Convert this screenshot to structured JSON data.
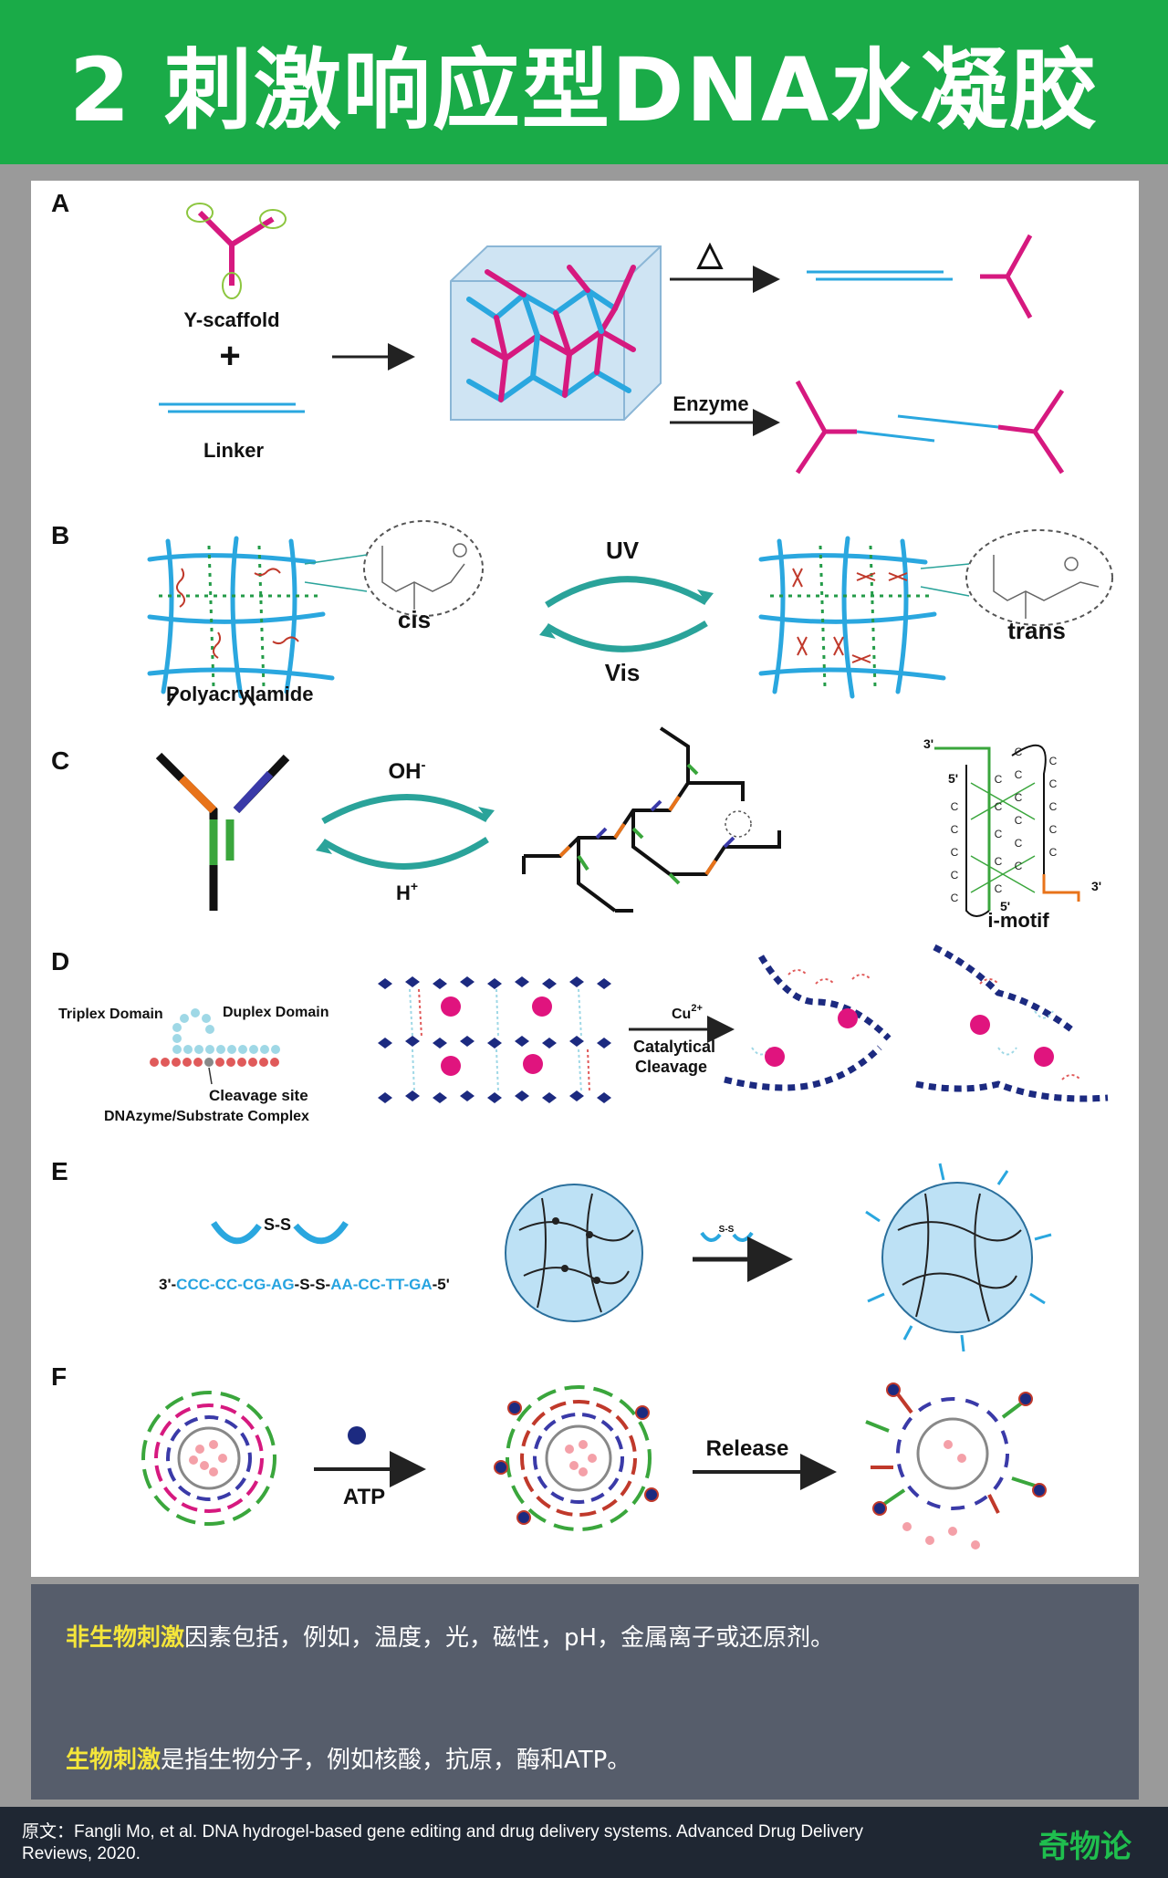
{
  "header": {
    "title": "2 刺激响应型DNA水凝胶"
  },
  "panels": {
    "A": {
      "label": "A",
      "y_scaffold": "Y-scaffold",
      "plus": "+",
      "linker": "Linker",
      "heat": "△",
      "enzyme": "Enzyme"
    },
    "B": {
      "label": "B",
      "cis": "cis",
      "trans": "trans",
      "uv": "UV",
      "vis": "Vis",
      "polyacrylamide": "Polyacrylamide"
    },
    "C": {
      "label": "C",
      "oh": "OH",
      "oh_sup": "-",
      "h": "H",
      "h_sup": "+",
      "three_prime_top": "3'",
      "five_prime_left": "5'",
      "five_prime_bottom": "5'",
      "three_prime_right": "3'",
      "imotif": "i-motif",
      "c_base": "C"
    },
    "D": {
      "label": "D",
      "triplex": "Triplex Domain",
      "duplex": "Duplex Domain",
      "cleavage_site": "Cleavage site",
      "complex": "DNAzyme/Substrate Complex",
      "cu": "Cu",
      "cu_sup": "2+",
      "catalytical": "Catalytical",
      "cleavage": "Cleavage"
    },
    "E": {
      "label": "E",
      "ss": "S-S",
      "sequence": [
        {
          "text": "3'-",
          "color": "#111111"
        },
        {
          "text": "CCC-CC-CG-AG",
          "color": "#27a4e0"
        },
        {
          "text": "-S-S-",
          "color": "#111111"
        },
        {
          "text": "AA-CC-TT-GA",
          "color": "#27a4e0"
        },
        {
          "text": "-5'",
          "color": "#111111"
        }
      ]
    },
    "F": {
      "label": "F",
      "atp": "ATP",
      "release": "Release"
    }
  },
  "textbox": {
    "line1_highlight": "非生物刺激",
    "line1_rest": "因素包括，例如，温度，光，磁性，pH，金属离子或还原剂。",
    "line2_highlight": "生物刺激",
    "line2_rest": "是指生物分子，例如核酸，抗原，酶和ATP。"
  },
  "footer": {
    "citation": "原文：Fangli Mo, et al. DNA hydrogel-based gene editing and drug delivery systems. Advanced Drug Delivery Reviews, 2020.",
    "logo": "奇物论"
  },
  "colors": {
    "header_green": "#1aab48",
    "magenta": "#d6197f",
    "cyan": "#2aa7df",
    "teal": "#2aa39a",
    "navy": "#1c2a80",
    "pink_dot": "#e0147e",
    "textbox_bg": "#565d6b",
    "highlight": "#f5e63a",
    "footer_bg": "#1f2733"
  }
}
